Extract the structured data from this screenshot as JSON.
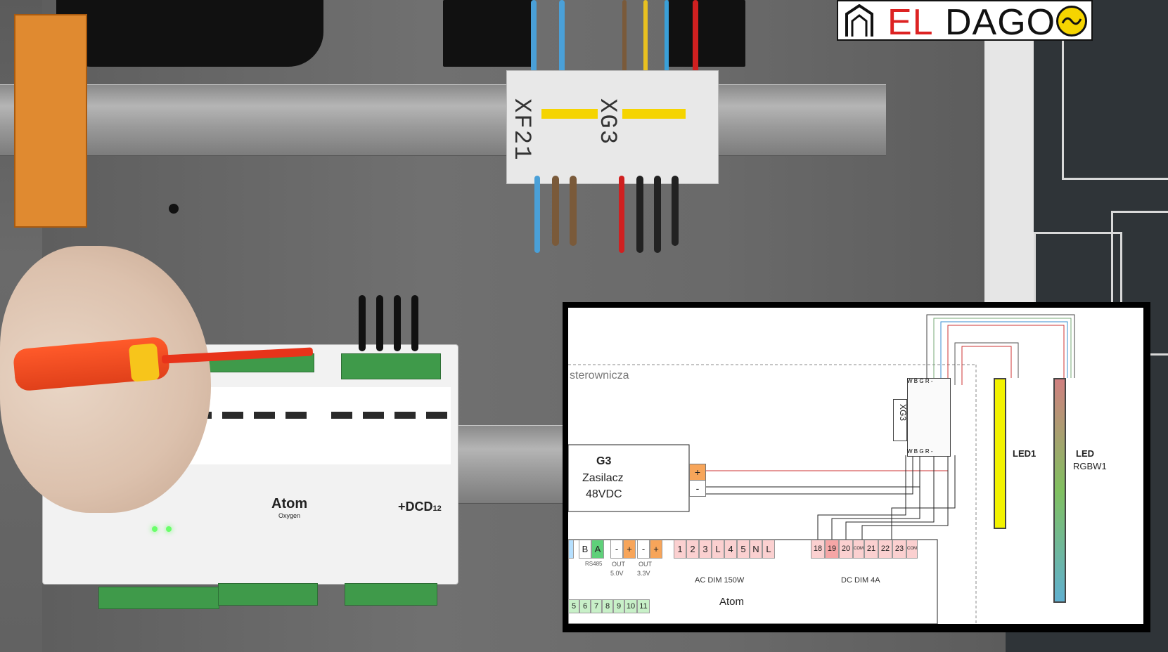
{
  "logo": {
    "text_el": "EL",
    "text_dago": "DAGO",
    "colors": {
      "el": "#dd2222",
      "dago": "#111111",
      "circle": "#f5d400"
    }
  },
  "panel": {
    "terminal_labels": [
      "XF21",
      "XG3"
    ]
  },
  "device": {
    "name": "Atom",
    "subname": "Oxygen",
    "module": "+DCD",
    "module_sub": "12"
  },
  "diagram": {
    "zone_label": "sterownicza",
    "power_supply": {
      "name": "G3",
      "type": "Zasilacz",
      "voltage": "48VDC",
      "plus": "+",
      "minus": "-"
    },
    "terminal": {
      "label": "XG3",
      "top_pins": [
        "W",
        "B",
        "G",
        "R",
        "-"
      ],
      "bottom_pins": [
        "W",
        "B",
        "G",
        "R",
        "-"
      ]
    },
    "led1": {
      "label": "LED1"
    },
    "led2": {
      "label": "LED",
      "sub": "RGBW1"
    },
    "bus": {
      "rs485_cells": [
        "",
        "B",
        "A"
      ],
      "rs485_label": "RS485",
      "out1_cells": [
        "-",
        "+"
      ],
      "out1_label_a": "OUT",
      "out1_label_b": "5.0V",
      "out2_cells": [
        "-",
        "+"
      ],
      "out2_label_a": "OUT",
      "out2_label_b": "3.3V",
      "ac_cells": [
        "1",
        "2",
        "3",
        "L",
        "4",
        "5",
        "N",
        "L"
      ],
      "ac_label": "AC DIM 150W",
      "dc_cells": [
        "18",
        "19",
        "20",
        "COM",
        "21",
        "22",
        "23",
        "COM"
      ],
      "dc_label": "DC DIM 4A",
      "bottom_cells": [
        "5",
        "6",
        "7",
        "8",
        "9",
        "10",
        "11"
      ],
      "atom_label": "Atom"
    },
    "colors": {
      "red_wire": "#cc2222",
      "led1": "#f2f200",
      "led_rgbw_top": "#d08080",
      "led_rgbw_bottom": "#60b0d0"
    }
  }
}
